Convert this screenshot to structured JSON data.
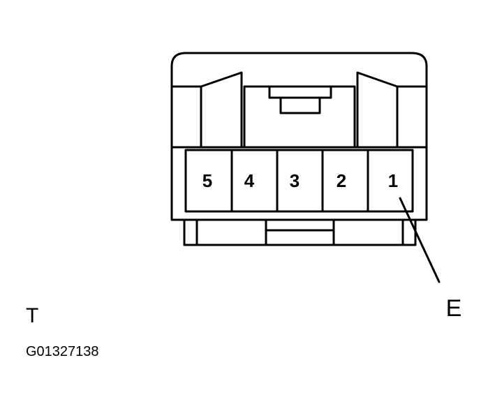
{
  "connector": {
    "pins": [
      "5",
      "4",
      "3",
      "2",
      "1"
    ],
    "callout": "E"
  },
  "view_label": "T",
  "figure_id": "G01327138"
}
